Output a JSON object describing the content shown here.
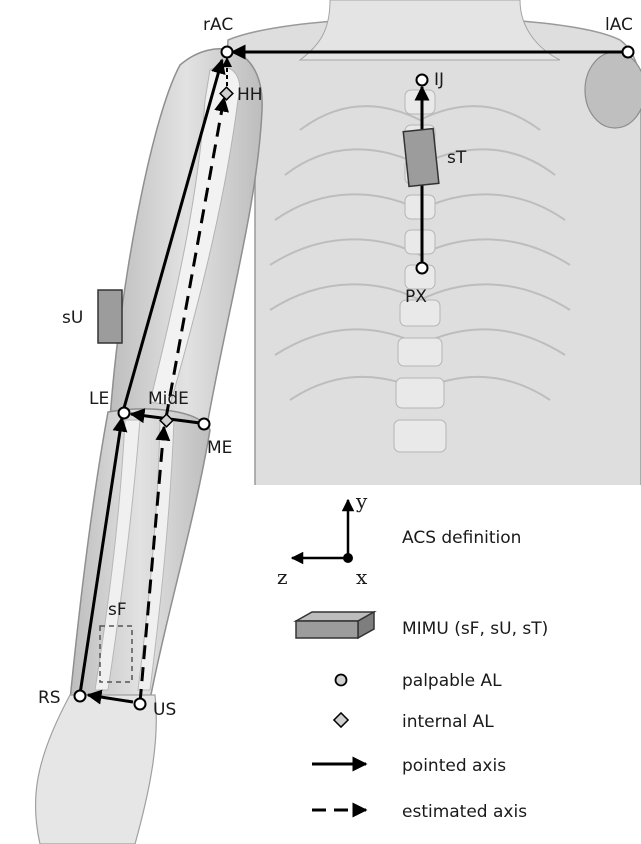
{
  "landmarks": {
    "rAC": "rAC",
    "lAC": "lAC",
    "IJ": "IJ",
    "HH": "HH",
    "PX": "PX",
    "LE": "LE",
    "MidE": "MidE",
    "ME": "ME",
    "RS": "RS",
    "US": "US"
  },
  "sensors": {
    "sT": "sT",
    "sU": "sU",
    "sF": "sF"
  },
  "axes_triad": {
    "y": "y",
    "z": "z",
    "x": "x",
    "caption": "ACS definition"
  },
  "legend": {
    "mimu": "MIMU (sF, sU, sT)",
    "palpable": "palpable AL",
    "internal": "internal AL",
    "pointed": "pointed axis",
    "estimated": "estimated axis"
  },
  "colors": {
    "body_fill": "#cfcfcf",
    "body_stroke": "#8a8a8a",
    "sensor_fill": "#9a9a9a",
    "line": "#000000",
    "marker_internal": "#bdbdbd"
  }
}
